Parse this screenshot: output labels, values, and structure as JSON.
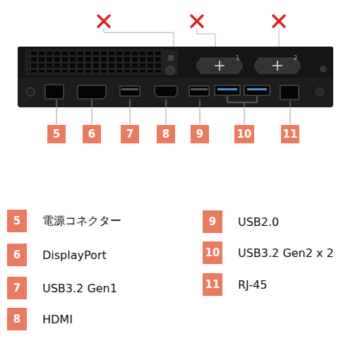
{
  "diagram": {
    "nodes": [
      {
        "text": [
          "5"
        ]
      },
      {
        "text": [
          "6"
        ]
      },
      {
        "text": [
          "7"
        ]
      },
      {
        "text": [
          "8"
        ]
      },
      {
        "text": [
          "9"
        ]
      },
      {
        "text": [
          "10"
        ]
      },
      {
        "text": [
          "11"
        ]
      },
      {
        "text": [
          "5",
          "電源コネクター"
        ]
      },
      {
        "text": [
          "9",
          "USB2.0"
        ]
      },
      {
        "text": [
          "6",
          "DisplayPort"
        ]
      },
      {
        "text": [
          "10",
          "USB3.2 Gen2 x 2"
        ]
      },
      {
        "text": [
          "7",
          "USB3.2 Gen1"
        ]
      },
      {
        "text": [
          "11",
          "RJ-45"
        ]
      },
      {
        "text": [
          "8",
          "HDMI"
        ]
      }
    ],
    "labels": [
      "1",
      "2"
    ]
  }
}
